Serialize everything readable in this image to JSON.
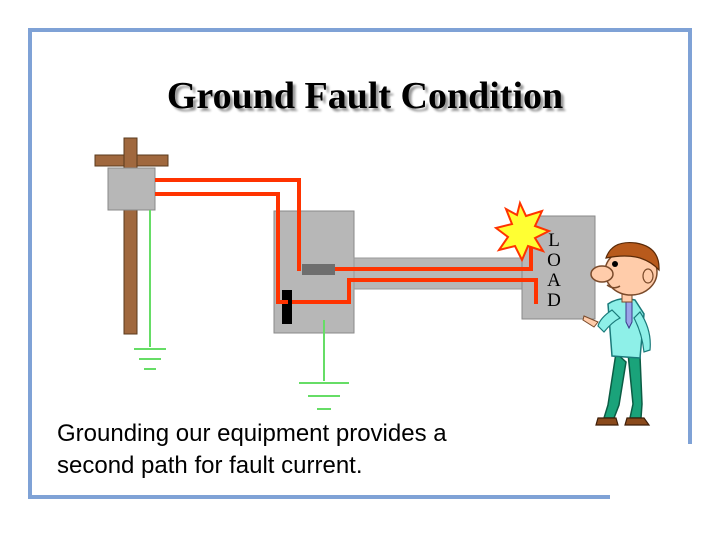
{
  "title": "Ground Fault Condition",
  "load_label": [
    "L",
    "O",
    "A",
    "D"
  ],
  "caption_lines": [
    "Grounding our equipment provides a",
    "second path for fault current."
  ],
  "colors": {
    "frame": "#7fa2d6",
    "wire": "#ff3300",
    "ground_wire": "#66dd66",
    "box": "#b7b7b7",
    "pole": "#a0683e",
    "spark": "#ffff33"
  },
  "icons": [
    "utility-pole",
    "service-panel",
    "load-box",
    "spark-icon",
    "ground-symbol",
    "cartoon-man"
  ]
}
